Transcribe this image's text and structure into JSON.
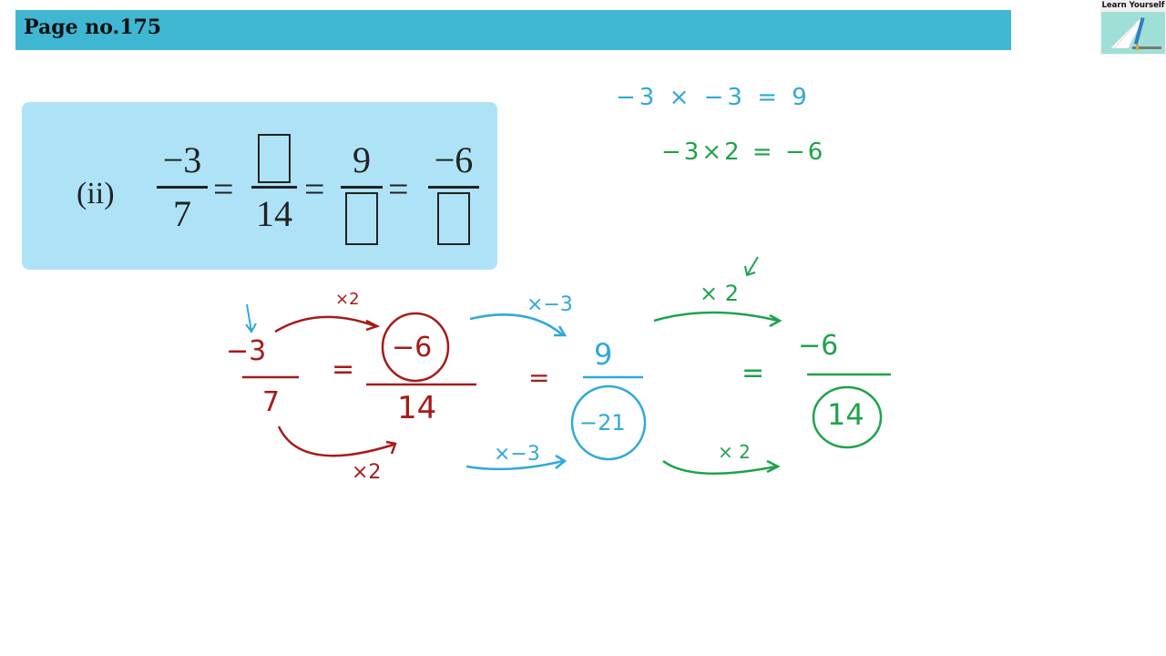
{
  "header": {
    "title": "Page no.175"
  },
  "logo": {
    "text": "Learn Yourself",
    "icon": "book-laptop-icon"
  },
  "question": {
    "label": "(ii)",
    "fractions": [
      {
        "numerator": "−3",
        "denominator": "7"
      },
      {
        "numerator": "",
        "denominator": "14",
        "numerator_blank": true
      },
      {
        "numerator": "9",
        "denominator": "",
        "denominator_blank": true
      },
      {
        "numerator": "−6",
        "denominator": "",
        "denominator_blank": true
      }
    ],
    "equals": "="
  },
  "working": {
    "side_notes": [
      {
        "text": "−3 × −3 = 9",
        "color": "#2fa9d8"
      },
      {
        "text": "−3×2 = −6",
        "color": "#1ea34a"
      }
    ],
    "solution": [
      {
        "numerator": "−3",
        "denominator": "7",
        "color": "#a61a1a"
      },
      {
        "numerator": "−6",
        "denominator": "14",
        "color": "#a61a1a",
        "circled": "numerator"
      },
      {
        "numerator": "9",
        "denominator": "−21",
        "color": "#2fa9d8",
        "circled": "denominator"
      },
      {
        "numerator": "−6",
        "denominator": "14",
        "color": "#1ea34a",
        "circled": "denominator"
      }
    ],
    "arrow_labels": {
      "red_top": "×2",
      "red_bottom": "×2",
      "blue_top": "×−3",
      "blue_bottom": "×−3",
      "green_top": "× 2",
      "green_bottom": "× 2"
    },
    "equals": "="
  },
  "colors": {
    "header": "#40b7d2",
    "box": "#aee3f7",
    "red": "#a61a1a",
    "blue": "#2fa9d8",
    "green": "#1ea34a"
  }
}
